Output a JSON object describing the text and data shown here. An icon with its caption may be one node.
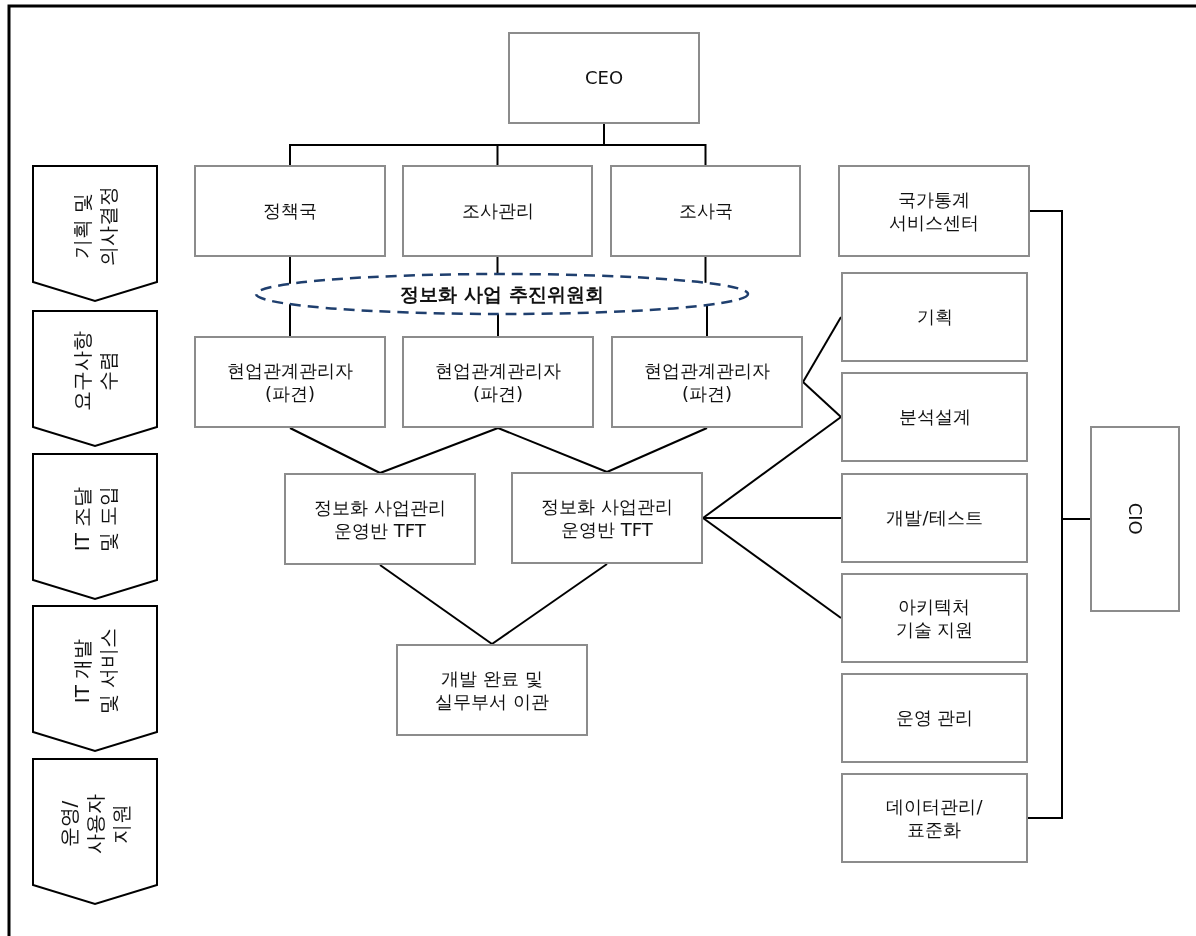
{
  "diagram": {
    "nodes": [
      {
        "text": [
          "CEO"
        ]
      },
      {
        "text": [
          "정책국"
        ]
      },
      {
        "text": [
          "조사관리"
        ]
      },
      {
        "text": [
          "조사국"
        ]
      },
      {
        "text": [
          "국가통계 서비스센터"
        ]
      },
      {
        "text": [
          "정보화 사업 추진위원회"
        ]
      },
      {
        "text": [
          "현업관계관리자 (파견)"
        ]
      },
      {
        "text": [
          "현업관계관리자 (파견)"
        ]
      },
      {
        "text": [
          "현업관계관리자 (파견)"
        ]
      },
      {
        "text": [
          "기획"
        ]
      },
      {
        "text": [
          "분석설계"
        ]
      },
      {
        "text": [
          "개발/테스트"
        ]
      },
      {
        "text": [
          "아키텍처 기술 지원"
        ]
      },
      {
        "text": [
          "운영 관리"
        ]
      },
      {
        "text": [
          "데이터관리/ 표준화"
        ]
      },
      {
        "text": [
          "정보화 사업관리 운영반 TFT"
        ]
      },
      {
        "text": [
          "정보화 사업관리 운영반 TFT"
        ]
      },
      {
        "text": [
          "개발 완료 및 실무부서 이관"
        ]
      },
      {
        "text": [
          "CIO"
        ]
      },
      {
        "text": [
          "기획 및 의사결정"
        ]
      },
      {
        "text": [
          "요구사항 수렴"
        ]
      },
      {
        "text": [
          "IT 조달 및 도입"
        ]
      },
      {
        "text": [
          "IT 개발 및 서비스"
        ]
      },
      {
        "text": [
          "운영/ 사용자 지원"
        ]
      }
    ],
    "edges": [
      {
        "from": 0,
        "to": 1,
        "arrow": "none"
      },
      {
        "from": 0,
        "to": 2,
        "arrow": "none"
      },
      {
        "from": 0,
        "to": 3,
        "arrow": "none"
      },
      {
        "from": 1,
        "to": 5,
        "arrow": "none"
      },
      {
        "from": 5,
        "to": 6,
        "arrow": "none"
      },
      {
        "from": 2,
        "to": 5,
        "arrow": "none"
      },
      {
        "from": 5,
        "to": 7,
        "arrow": "none"
      },
      {
        "from": 3,
        "to": 5,
        "arrow": "none"
      },
      {
        "from": 5,
        "to": 8,
        "arrow": "none"
      },
      {
        "from": 6,
        "to": 15,
        "arrow": "none"
      },
      {
        "from": 7,
        "to": 15,
        "arrow": "none"
      },
      {
        "from": 7,
        "to": 16,
        "arrow": "none"
      },
      {
        "from": 8,
        "to": 16,
        "arrow": "none"
      },
      {
        "from": 8,
        "to": 9,
        "arrow": "none"
      },
      {
        "from": 8,
        "to": 10,
        "arrow": "none"
      },
      {
        "from": 16,
        "to": 10,
        "arrow": "none"
      },
      {
        "from": 16,
        "to": 11,
        "arrow": "none"
      },
      {
        "from": 16,
        "to": 12,
        "arrow": "none"
      },
      {
        "from": 15,
        "to": 17,
        "arrow": "none"
      },
      {
        "from": 16,
        "to": 17,
        "arrow": "none"
      },
      {
        "from": 4,
        "to": 18,
        "arrow": "none"
      },
      {
        "from": 14,
        "to": 18,
        "arrow": "none"
      }
    ]
  }
}
